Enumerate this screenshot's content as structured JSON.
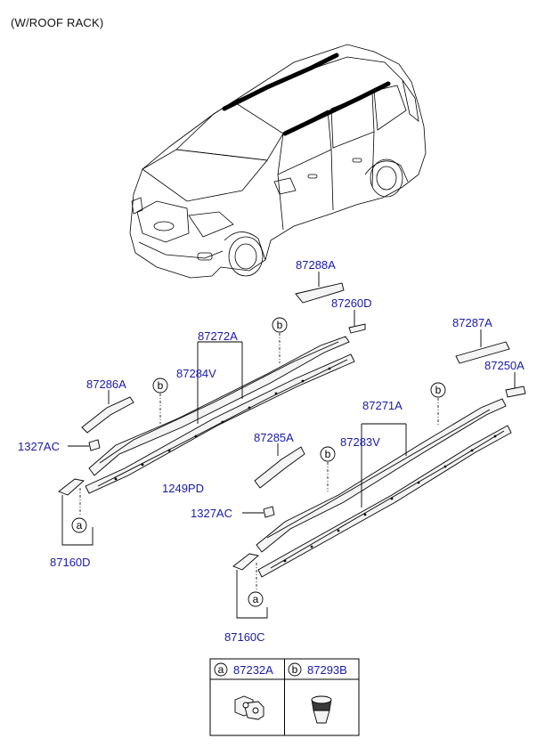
{
  "header": {
    "title": "(W/ROOF RACK)"
  },
  "labels": {
    "p87288A": "87288A",
    "p87260D": "87260D",
    "p87272A": "87272A",
    "p87284V": "87284V",
    "p87286A": "87286A",
    "p1327AC_left": "1327AC",
    "p1249PD": "1249PD",
    "p87160D": "87160D",
    "p87285A": "87285A",
    "p87287A": "87287A",
    "p87250A": "87250A",
    "p87271A": "87271A",
    "p87283V": "87283V",
    "p1327AC_right": "1327AC",
    "p87160C": "87160C"
  },
  "callouts": {
    "a": "a",
    "b": "b"
  },
  "legend": {
    "a_letter": "a",
    "a_part": "87232A",
    "b_letter": "b",
    "b_part": "87293B"
  },
  "colors": {
    "label": "#1a1aa8",
    "line": "#000000"
  },
  "icons": [
    "car-illustration",
    "roof-rack-rail",
    "clip-icon",
    "fastener-icon"
  ]
}
